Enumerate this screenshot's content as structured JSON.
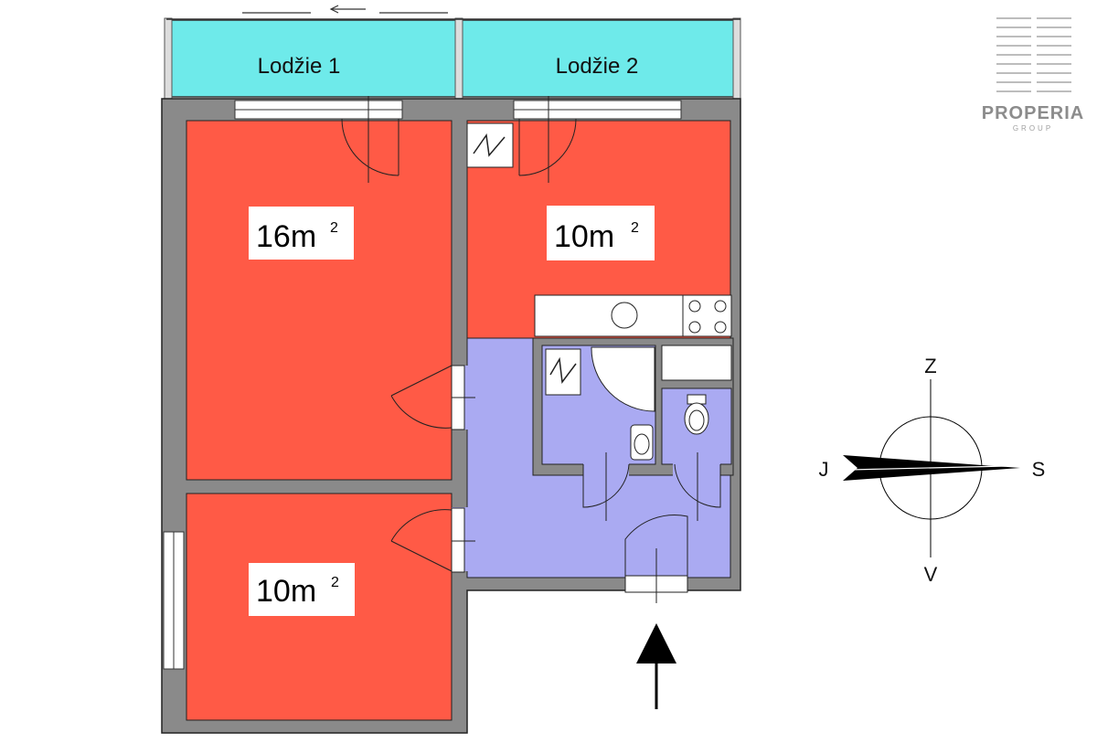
{
  "loggias": [
    {
      "name": "Lodžie 1"
    },
    {
      "name": "Lodžie 2"
    }
  ],
  "rooms": [
    {
      "area": "16m",
      "unit_sup": "2"
    },
    {
      "area": "10m",
      "unit_sup": "2"
    },
    {
      "area": "10m",
      "unit_sup": "2"
    }
  ],
  "compass": {
    "north": "Z",
    "south": "V",
    "west": "J",
    "east": "S"
  },
  "logo": {
    "name": "PROPERIA",
    "sub": "GROUP"
  },
  "colors": {
    "room": "#ff5a46",
    "hall": "#aaaaf2",
    "loggia": "#6eeaea",
    "wall": "#8a8a8a"
  },
  "icons": {
    "entrance": "up-arrow-icon",
    "compass": "compass-icon",
    "chimney": "chimney-icon"
  }
}
